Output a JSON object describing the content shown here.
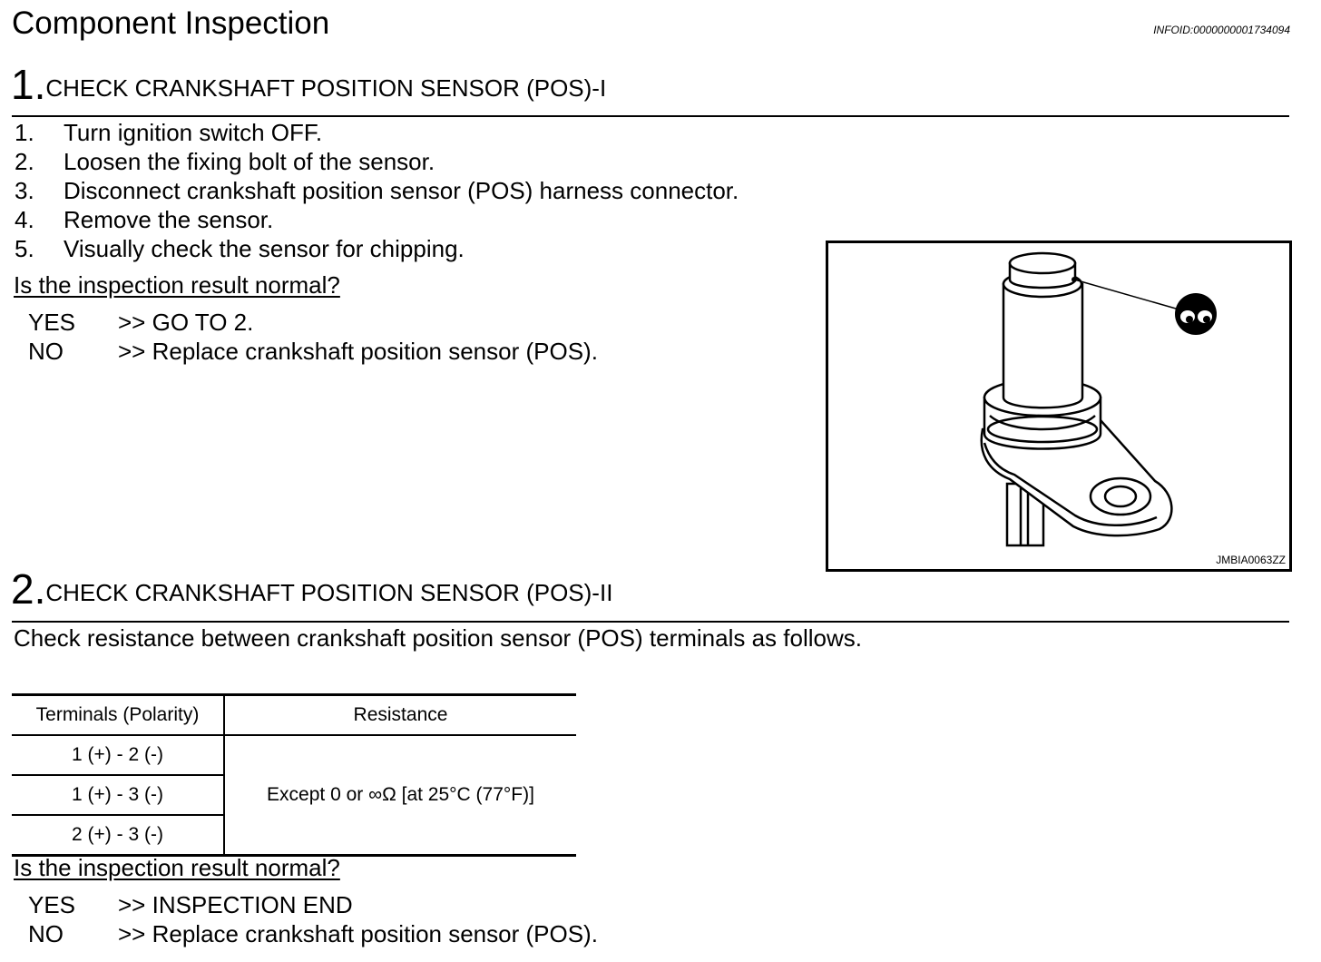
{
  "header": {
    "title": "Component Inspection",
    "info_id": "INFOID:0000000001734094"
  },
  "step1": {
    "number": "1.",
    "title": "CHECK CRANKSHAFT POSITION SENSOR (POS)-I",
    "items": [
      {
        "n": "1.",
        "text": "Turn ignition switch OFF."
      },
      {
        "n": "2.",
        "text": "Loosen the fixing bolt of the sensor."
      },
      {
        "n": "3.",
        "text": "Disconnect crankshaft position sensor (POS) harness connector."
      },
      {
        "n": "4.",
        "text": "Remove the sensor."
      },
      {
        "n": "5.",
        "text": "Visually check the sensor for chipping."
      }
    ],
    "question": "Is the inspection result normal?",
    "yes_label": "YES",
    "yes_text": ">> GO TO 2.",
    "no_label": "NO",
    "no_text": ">> Replace crankshaft position sensor (POS)."
  },
  "figure": {
    "code": "JMBIA0063ZZ",
    "icon": "inspection-eyes-icon"
  },
  "step2": {
    "number": "2.",
    "title": "CHECK CRANKSHAFT POSITION SENSOR (POS)-II",
    "intro": "Check resistance between crankshaft position sensor (POS) terminals as follows.",
    "table": {
      "headers": [
        "Terminals (Polarity)",
        "Resistance"
      ],
      "rows": [
        "1 (+) - 2 (-)",
        "1 (+) - 3 (-)",
        "2 (+) - 3 (-)"
      ],
      "resistance": "Except 0 or ∞Ω [at 25°C (77°F)]"
    },
    "question": "Is the inspection result normal?",
    "yes_label": "YES",
    "yes_text": ">> INSPECTION END",
    "no_label": "NO",
    "no_text": ">> Replace crankshaft position sensor (POS)."
  }
}
